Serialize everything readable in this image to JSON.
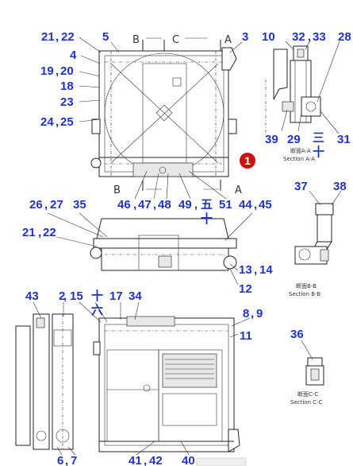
{
  "labels": [
    {
      "id": "l1",
      "text": "21"
    },
    {
      "id": "l2",
      "text": "22"
    },
    {
      "id": "l3",
      "text": "5"
    },
    {
      "id": "l4",
      "text": "3"
    },
    {
      "id": "l5",
      "text": "4"
    },
    {
      "id": "l6",
      "text": "19"
    },
    {
      "id": "l7",
      "text": "20"
    },
    {
      "id": "l8",
      "text": "18"
    },
    {
      "id": "l9",
      "text": "23"
    },
    {
      "id": "l10",
      "text": "24"
    },
    {
      "id": "l11",
      "text": "25"
    },
    {
      "id": "l12",
      "text": "10"
    },
    {
      "id": "l13",
      "text": "32"
    },
    {
      "id": "l14",
      "text": "33"
    },
    {
      "id": "l15",
      "text": "28"
    },
    {
      "id": "l16",
      "text": "39"
    },
    {
      "id": "l17",
      "text": "29"
    },
    {
      "id": "l18",
      "text": "31"
    },
    {
      "id": "l19",
      "text": "46"
    },
    {
      "id": "l20",
      "text": "47"
    },
    {
      "id": "l21",
      "text": "48"
    },
    {
      "id": "l22",
      "text": "49"
    },
    {
      "id": "l23",
      "text": "51"
    },
    {
      "id": "l24",
      "text": "44"
    },
    {
      "id": "l25",
      "text": "45"
    },
    {
      "id": "l26",
      "text": "26"
    },
    {
      "id": "l27",
      "text": "27"
    },
    {
      "id": "l28",
      "text": "35"
    },
    {
      "id": "l29",
      "text": "21"
    },
    {
      "id": "l30",
      "text": "22"
    },
    {
      "id": "l31",
      "text": "37"
    },
    {
      "id": "l32",
      "text": "38"
    },
    {
      "id": "l33",
      "text": "13"
    },
    {
      "id": "l34",
      "text": "14"
    },
    {
      "id": "l35",
      "text": "12"
    },
    {
      "id": "l36",
      "text": "43"
    },
    {
      "id": "l37",
      "text": "2"
    },
    {
      "id": "l38",
      "text": "15"
    },
    {
      "id": "l39",
      "text": "17"
    },
    {
      "id": "l40",
      "text": "34"
    },
    {
      "id": "l41",
      "text": "8"
    },
    {
      "id": "l42",
      "text": "9"
    },
    {
      "id": "l43",
      "text": "11"
    },
    {
      "id": "l44",
      "text": "36"
    },
    {
      "id": "l45",
      "text": "6"
    },
    {
      "id": "l46",
      "text": "7"
    },
    {
      "id": "l47",
      "text": "41"
    },
    {
      "id": "l48",
      "text": "42"
    },
    {
      "id": "l49",
      "text": "40"
    }
  ],
  "kanji": {
    "k1": "五",
    "k2": "十",
    "k3": "三",
    "k4": "十",
    "k5": "十",
    "k6": "六"
  },
  "section_letters": {
    "b1": "B",
    "c1": "C",
    "a1": "A",
    "b2": "B",
    "a2": "A"
  },
  "sections": {
    "aa_jp": "断面A-A",
    "aa_en": "Section A-A",
    "bb_jp": "断面B-B",
    "bb_en": "Section B-B",
    "cc_jp": "断面C-C",
    "cc_en": "Section C-C"
  },
  "badge": {
    "text": "1",
    "color": "#cc1111"
  },
  "colors": {
    "label": "#1f33c9",
    "line": "#222222"
  }
}
